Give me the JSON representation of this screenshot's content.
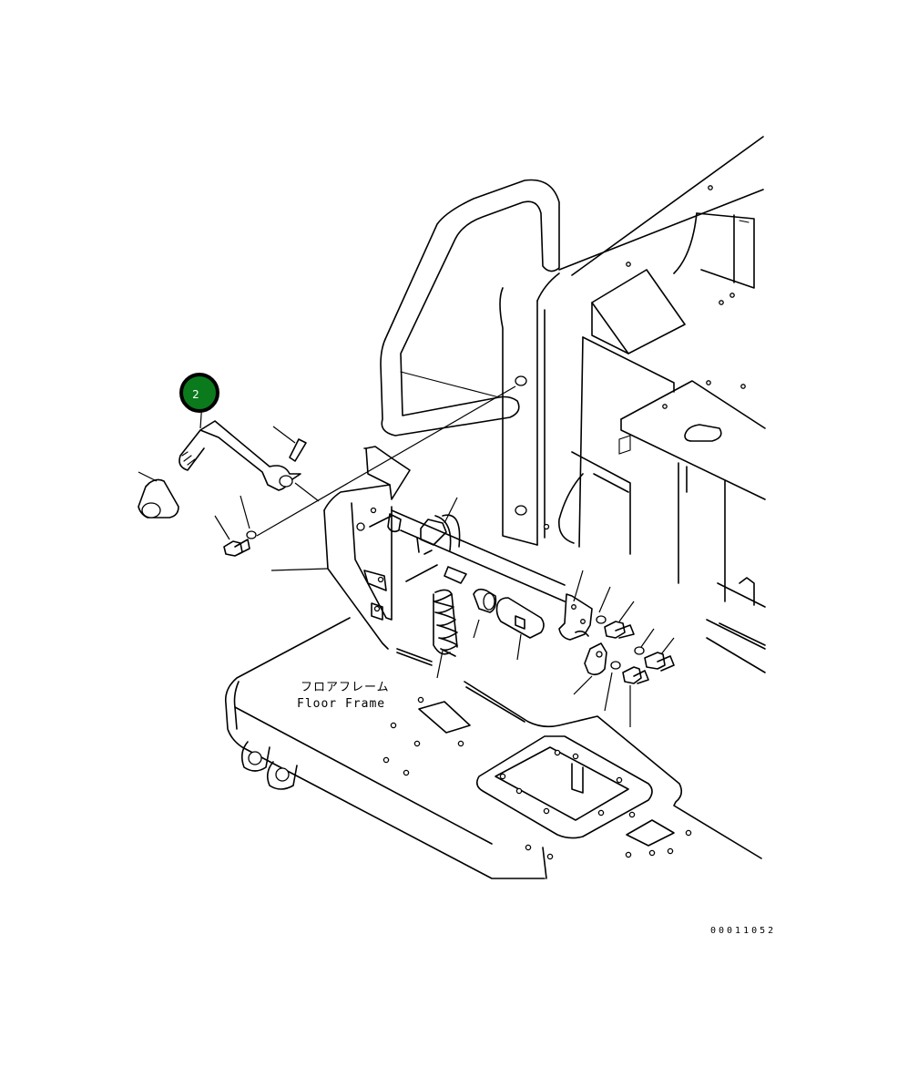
{
  "callout": {
    "number": "2",
    "color": "#0b7a1c"
  },
  "labels": {
    "floor_frame_jp": "フロアフレーム",
    "floor_frame_en": "Floor Frame"
  },
  "reference_number": "00011052"
}
